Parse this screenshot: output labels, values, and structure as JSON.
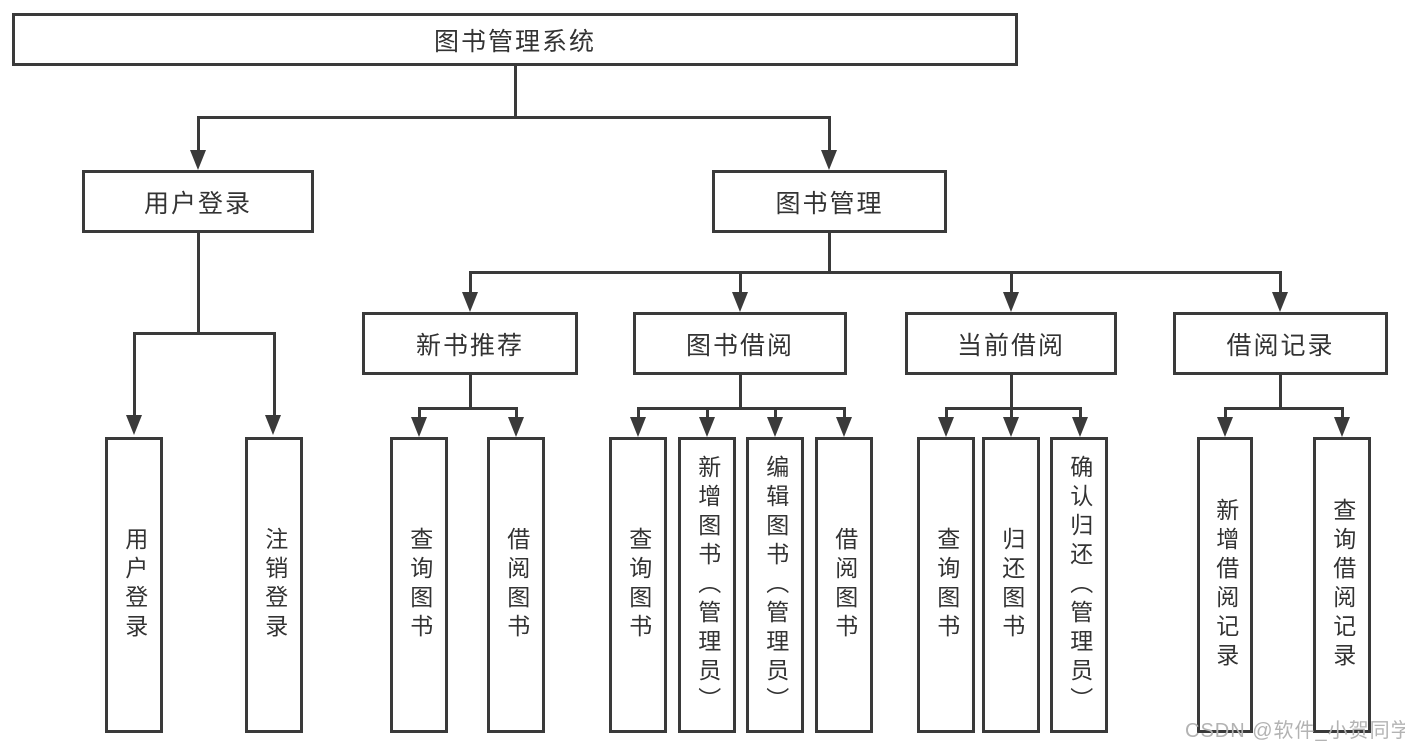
{
  "nodes": {
    "root": "图书管理系统",
    "user_login": "用户登录",
    "book_mgmt": "图书管理",
    "new_books": "新书推荐",
    "book_borrow": "图书借阅",
    "current_borrow": "当前借阅",
    "borrow_records": "借阅记录",
    "leaves": {
      "user_login": [
        "用户登录",
        "注销登录"
      ],
      "new_books": [
        "查询图书",
        "借阅图书"
      ],
      "book_borrow": [
        "查询图书",
        "新增图书（管理员）",
        "编辑图书（管理员）",
        "借阅图书"
      ],
      "current_borrow": [
        "查询图书",
        "归还图书",
        "确认归还（管理员）"
      ],
      "borrow_records": [
        "新增借阅记录",
        "查询借阅记录"
      ]
    }
  },
  "watermark": "CSDN @软件_小贺同学",
  "colors": {
    "line": "#3a3a3a",
    "box_background": "#ffffff",
    "text": "#333333",
    "watermark": "#b3b3b3"
  }
}
